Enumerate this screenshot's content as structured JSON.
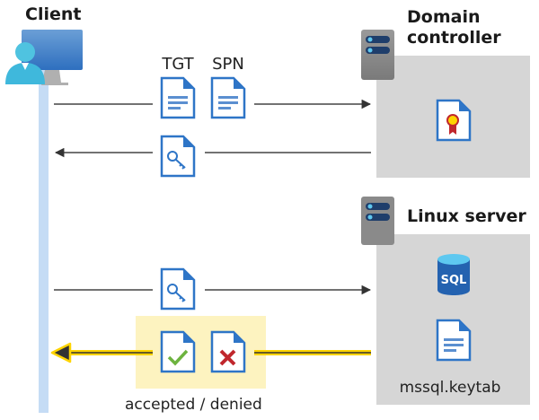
{
  "client": {
    "title": "Client"
  },
  "domain_controller": {
    "title": "Domain controller",
    "line1": "Domain",
    "line2": "controller"
  },
  "linux_server": {
    "title": "Linux server",
    "keytab_label": "mssql.keytab",
    "sql_label": "SQL"
  },
  "messages": {
    "tgt_label": "TGT",
    "spn_label": "SPN",
    "result_label": "accepted / denied"
  },
  "colors": {
    "doc_blue": "#2e75c7",
    "lifeline": "#c5dcf5",
    "box_gray": "#d6d6d6",
    "highlight": "#fdf3c0",
    "arrow_yellow": "#ffd400",
    "accept_green": "#6db33f",
    "deny_red": "#c0272d"
  }
}
